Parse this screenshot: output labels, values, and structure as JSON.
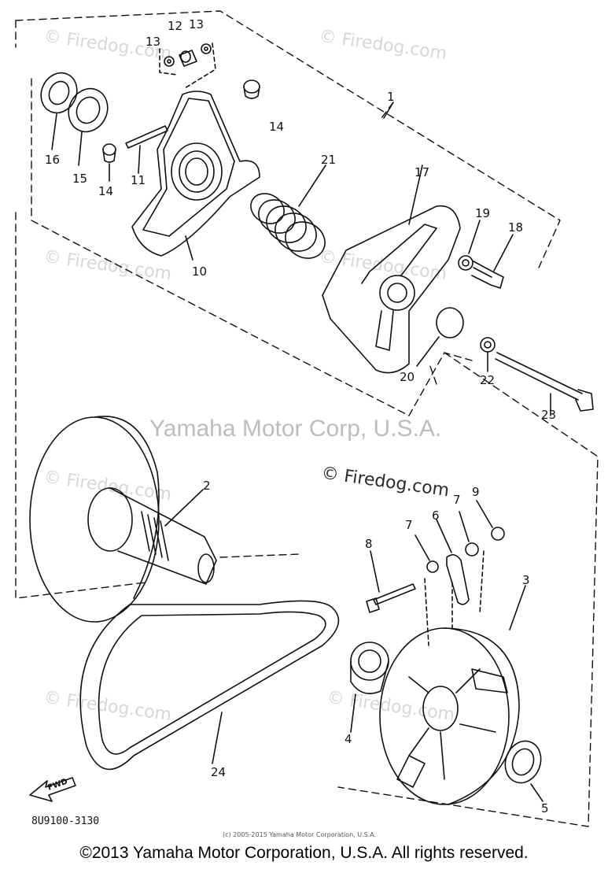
{
  "callouts": [
    {
      "num": "1"
    },
    {
      "num": "2"
    },
    {
      "num": "3"
    },
    {
      "num": "4"
    },
    {
      "num": "5"
    },
    {
      "num": "6"
    },
    {
      "num": "7"
    },
    {
      "num": "7"
    },
    {
      "num": "8"
    },
    {
      "num": "9"
    },
    {
      "num": "10"
    },
    {
      "num": "11"
    },
    {
      "num": "12"
    },
    {
      "num": "13"
    },
    {
      "num": "13"
    },
    {
      "num": "14"
    },
    {
      "num": "14"
    },
    {
      "num": "15"
    },
    {
      "num": "16"
    },
    {
      "num": "17"
    },
    {
      "num": "18"
    },
    {
      "num": "19"
    },
    {
      "num": "20"
    },
    {
      "num": "21"
    },
    {
      "num": "22"
    },
    {
      "num": "23"
    },
    {
      "num": "24"
    }
  ],
  "watermark": {
    "firedog": "© Firedog.com",
    "yamaha": "Yamaha Motor Corp, U.S.A."
  },
  "fwd_label": "FWD",
  "diagram_code": "8U9100-3130",
  "small_credit": "(c) 2005-2015 Yamaha Motor Corporation, U.S.A.",
  "copyright": "©2013 Yamaha Motor Corporation, U.S.A. All rights reserved."
}
